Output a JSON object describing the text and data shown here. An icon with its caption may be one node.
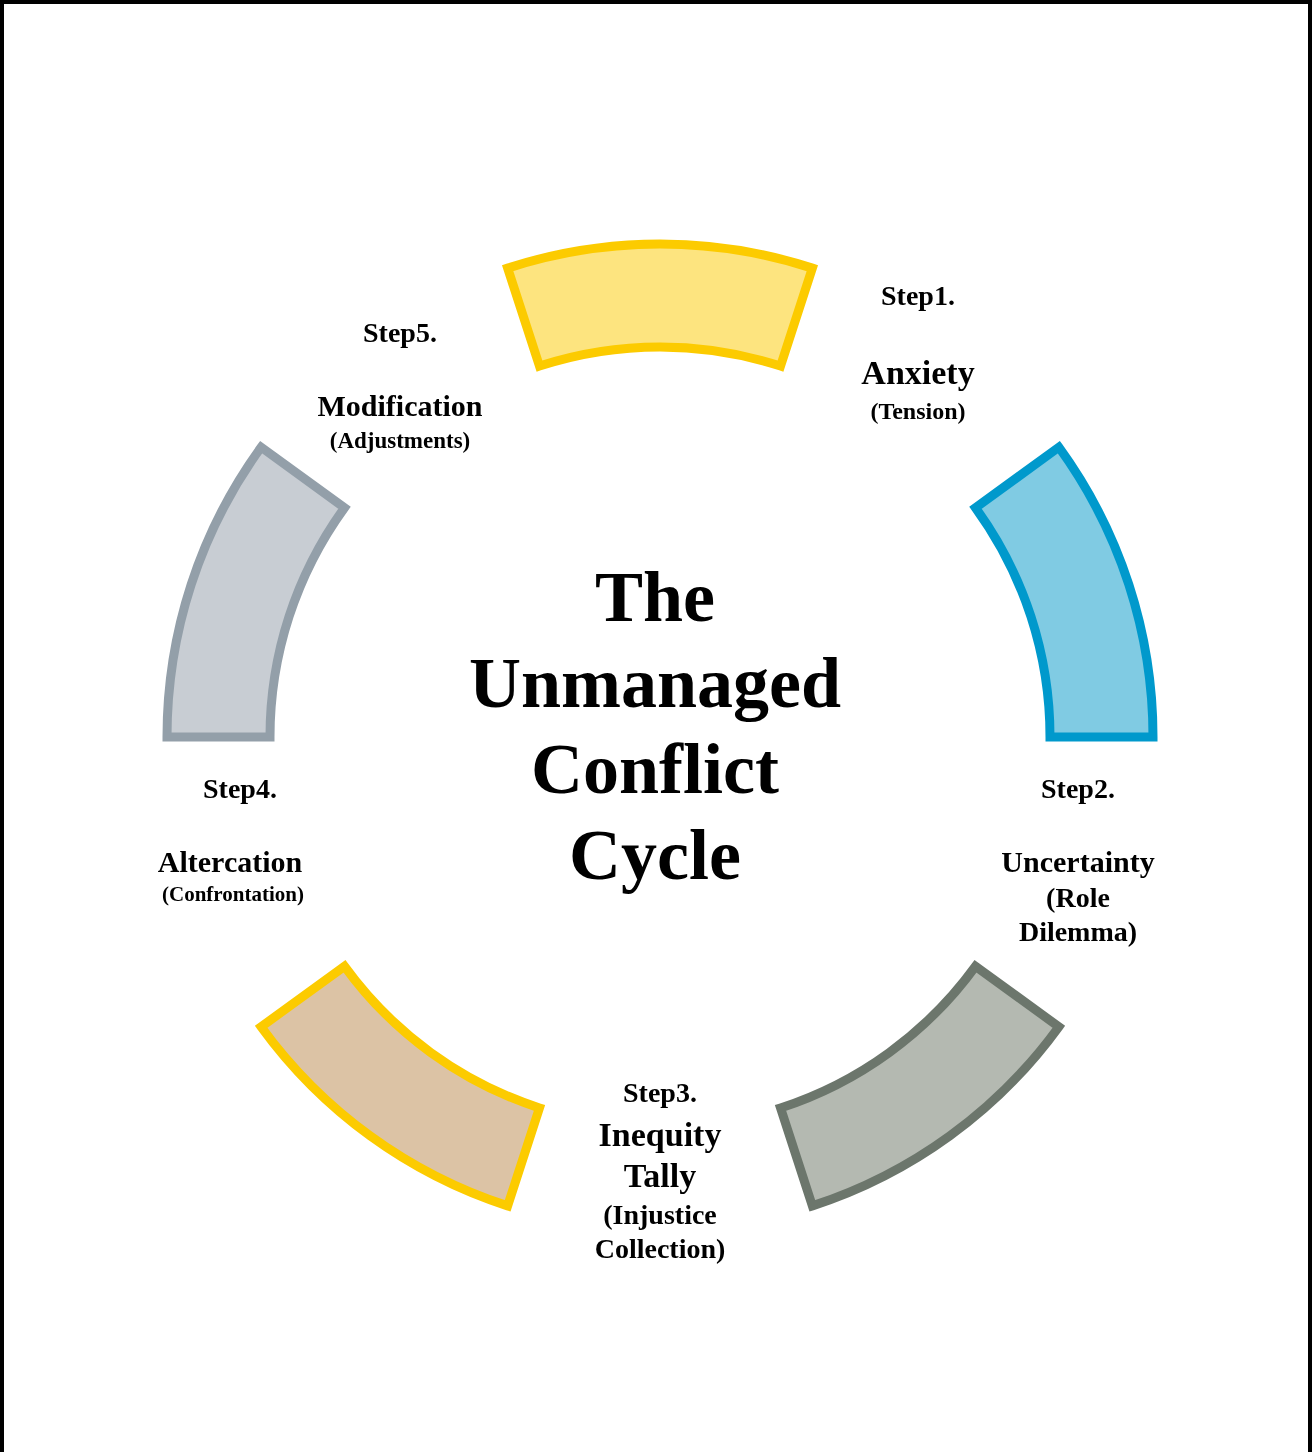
{
  "diagram": {
    "title": "The Unmanaged Conflict Cycle",
    "nodes": [
      {
        "text": [],
        "shape": "arc"
      },
      {
        "text": [],
        "shape": "arc"
      },
      {
        "text": [],
        "shape": "arc"
      },
      {
        "text": [],
        "shape": "arc"
      },
      {
        "text": [],
        "shape": "arc"
      }
    ],
    "labels": [
      "Step1.",
      "Anxiety",
      "(Tension)",
      "Step2.",
      "Uncertainty",
      "(Role Dilemma)",
      "Step3.",
      "Inequity Tally",
      "(Injustice Collection)",
      "Step4.",
      "Altercation",
      "(Confrontation)",
      "Step5.",
      "Modification",
      "(Adjustments)"
    ]
  }
}
